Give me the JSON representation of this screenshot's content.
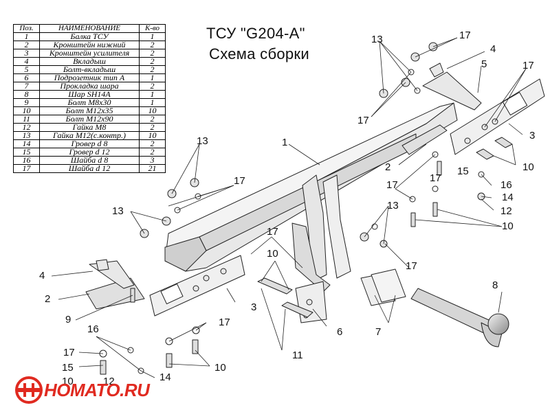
{
  "title": {
    "model": "ТСУ \"G204-A\"",
    "subtitle": "Схема сборки"
  },
  "table": {
    "headers": {
      "pos": "Поз.",
      "name": "НАИМЕНОВАНИЕ",
      "qty": "К-во"
    },
    "rows": [
      {
        "pos": "1",
        "name": "Балка ТСУ",
        "qty": "1"
      },
      {
        "pos": "2",
        "name": "Кронштейн нижний",
        "qty": "2"
      },
      {
        "pos": "3",
        "name": "Кронштейн усилителя",
        "qty": "2"
      },
      {
        "pos": "4",
        "name": "Вкладыш",
        "qty": "2"
      },
      {
        "pos": "5",
        "name": "Болт-вкладыш",
        "qty": "2"
      },
      {
        "pos": "6",
        "name": "Подрозетник тип А",
        "qty": "1"
      },
      {
        "pos": "7",
        "name": "Прокладка шара",
        "qty": "2"
      },
      {
        "pos": "8",
        "name": "Шар SH14A",
        "qty": "1"
      },
      {
        "pos": "9",
        "name": "Болт М8х30",
        "qty": "1"
      },
      {
        "pos": "10",
        "name": "Болт М12х35",
        "qty": "10"
      },
      {
        "pos": "11",
        "name": "Болт М12х90",
        "qty": "2"
      },
      {
        "pos": "12",
        "name": "Гайка  М8",
        "qty": "2"
      },
      {
        "pos": "13",
        "name": "Гайка М12(с.контр.)",
        "qty": "10"
      },
      {
        "pos": "14",
        "name": "Гровер d 8",
        "qty": "2"
      },
      {
        "pos": "15",
        "name": "Гровер d 12",
        "qty": "2"
      },
      {
        "pos": "16",
        "name": "Шайба d 8",
        "qty": "3"
      },
      {
        "pos": "17",
        "name": "Шайба d 12",
        "qty": "21"
      }
    ]
  },
  "callouts": {
    "c1": "1",
    "c2a": "2",
    "c2b": "2",
    "c3a": "3",
    "c3b": "3",
    "c4a": "4",
    "c4b": "4",
    "c5": "5",
    "c6": "6",
    "c7": "7",
    "c8": "8",
    "c9": "9",
    "c10a": "10",
    "c10b": "10",
    "c10c": "10",
    "c10d": "10",
    "c10e": "10",
    "c11": "11",
    "c12a": "12",
    "c12b": "12",
    "c13a": "13",
    "c13b": "13",
    "c13c": "13",
    "c13d": "13",
    "c14a": "14",
    "c14b": "14",
    "c15a": "15",
    "c15b": "15",
    "c16a": "16",
    "c16b": "16",
    "c17a": "17",
    "c17b": "17",
    "c17c": "17",
    "c17d": "17",
    "c17e": "17",
    "c17f": "17",
    "c17g": "17",
    "c17h": "17",
    "c17i": "17",
    "c17j": "17"
  },
  "logo": {
    "text": "HOMATO.RU",
    "color": "#e02a20"
  }
}
